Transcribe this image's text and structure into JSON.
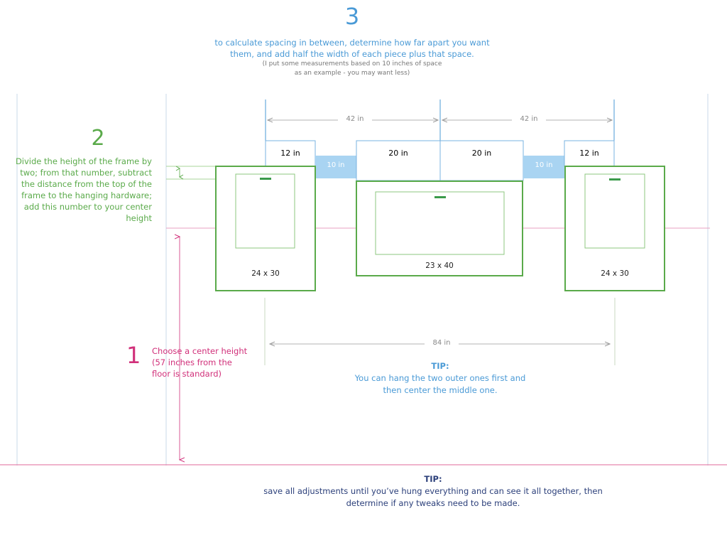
{
  "step3": {
    "number": "3",
    "text_line1": "to calculate spacing in between, determine how far apart you want",
    "text_line2": "them, and add half the width of each piece plus that space.",
    "note_line1": "(I put some measurements based on 10 inches of space",
    "note_line2": "as an example - you may want less)"
  },
  "step2": {
    "number": "2",
    "text_lines": [
      "Divide the height of the frame by",
      "two; from that number, subtract",
      "the distance from the top of the",
      "frame to the hanging hardware;",
      "add this number to your center",
      "height"
    ]
  },
  "step1": {
    "number": "1",
    "text_lines": [
      "Choose a center height",
      "(57 inches from the",
      "floor is standard)"
    ]
  },
  "tip1": {
    "heading": "TIP:",
    "line1": "You can hang the two outer ones first and",
    "line2": "then center the middle one."
  },
  "tip2": {
    "heading": "TIP:",
    "line1": "save all adjustments until you’ve hung everything and can see it all together, then",
    "line2": "determine if any tweaks need to be made."
  },
  "measurements": {
    "left_span": "42 in",
    "right_span": "42 in",
    "half_left": "12 in",
    "half_mid_left": "20 in",
    "half_mid_right": "20 in",
    "half_right": "12 in",
    "gap_left": "10 in",
    "gap_right": "10 in",
    "total_span": "84 in"
  },
  "frames": {
    "left": "24 x 30",
    "middle": "23 x 40",
    "right": "24 x 30"
  },
  "colors": {
    "blue": "#4a9ad6",
    "green": "#5aaa4a",
    "pink": "#d1307a",
    "navy": "#2b3f7a",
    "gap_fill": "#a9d4f2"
  }
}
